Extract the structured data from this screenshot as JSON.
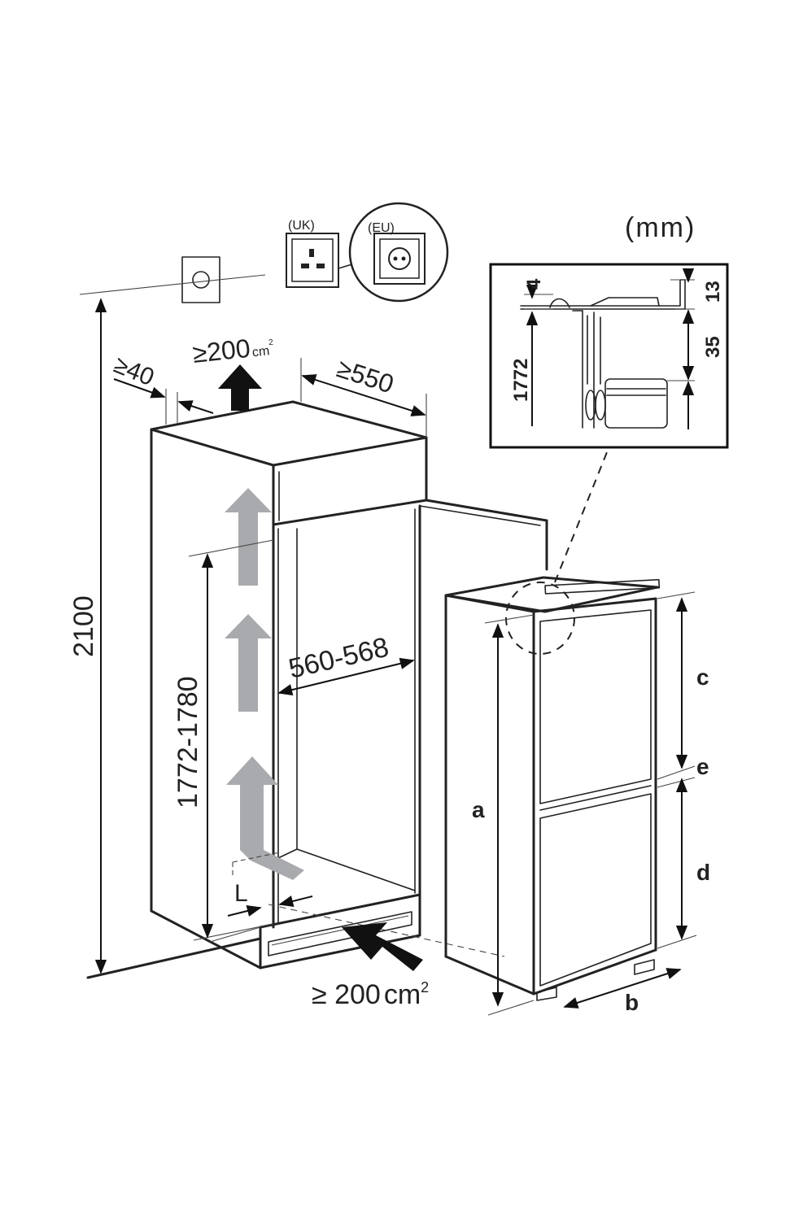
{
  "units": "(mm)",
  "sockets": {
    "uk_label": "(UK)",
    "eu_label": "(EU)"
  },
  "niche": {
    "height_total": "2100",
    "height_opening": "1772-1780",
    "width_opening": "560-568",
    "depth_min": "≥550",
    "gap_back_min": "≥40",
    "vent_top": "≥200",
    "vent_top_unit": "cm",
    "vent_top_exp": "2",
    "vent_bottom": "≥ 200",
    "vent_bottom_unit": "cm",
    "vent_bottom_exp": "2",
    "label_L": "L"
  },
  "appliance": {
    "label_a": "a",
    "label_b": "b",
    "label_c": "c",
    "label_d": "d",
    "label_e": "e"
  },
  "detail": {
    "dim_4": "4",
    "dim_13": "13",
    "dim_35": "35",
    "dim_1772": "1772"
  }
}
